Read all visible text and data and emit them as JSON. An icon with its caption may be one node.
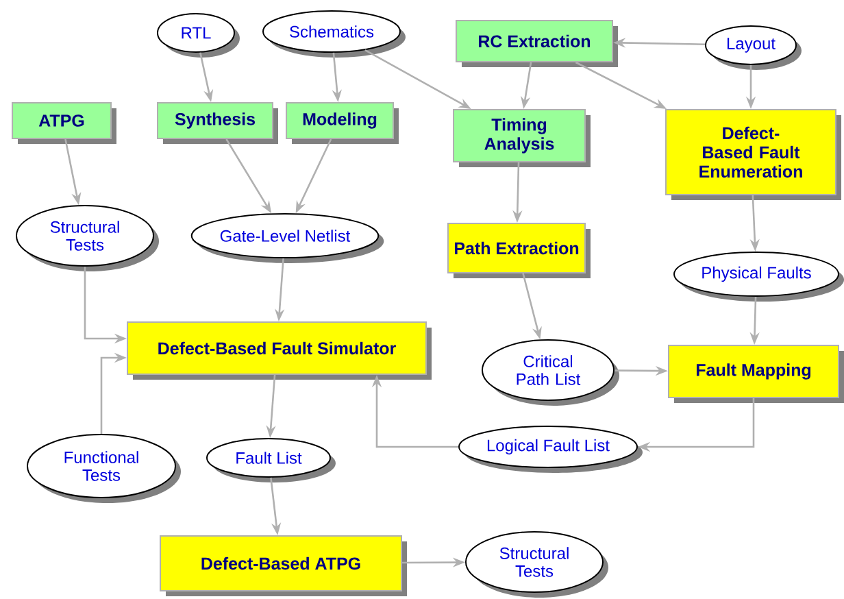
{
  "diagram": {
    "nodes": [
      {
        "text": [
          "RTL"
        ]
      },
      {
        "text": [
          "Schematics"
        ]
      },
      {
        "text": [
          "RC Extraction"
        ]
      },
      {
        "text": [
          "Layout"
        ]
      },
      {
        "text": [
          "ATPG"
        ]
      },
      {
        "text": [
          "Synthesis"
        ]
      },
      {
        "text": [
          "Modeling"
        ]
      },
      {
        "text": [
          "Timing Analysis"
        ]
      },
      {
        "text": [
          "Defect-Based Fault Enumeration"
        ]
      },
      {
        "text": [
          "Structural Tests"
        ]
      },
      {
        "text": [
          "Gate-Level Netlist"
        ]
      },
      {
        "text": [
          "Path Extraction"
        ]
      },
      {
        "text": [
          "Physical Faults"
        ]
      },
      {
        "text": [
          "Defect-Based Fault Simulator"
        ]
      },
      {
        "text": [
          "Critical Path List"
        ]
      },
      {
        "text": [
          "Fault Mapping"
        ]
      },
      {
        "text": [
          "Functional Tests"
        ]
      },
      {
        "text": [
          "Fault List"
        ]
      },
      {
        "text": [
          "Logical Fault List"
        ]
      },
      {
        "text": [
          "Defect-Based ATPG"
        ]
      },
      {
        "text": [
          "Structural Tests"
        ]
      }
    ],
    "edges": [
      {
        "from": 0,
        "to": 5,
        "arrow": "to"
      },
      {
        "from": 1,
        "to": 6,
        "arrow": "to"
      },
      {
        "from": 1,
        "to": 7,
        "arrow": "to"
      },
      {
        "from": 3,
        "to": 2,
        "arrow": "to"
      },
      {
        "from": 3,
        "to": 8,
        "arrow": "to"
      },
      {
        "from": 2,
        "to": 7,
        "arrow": "to"
      },
      {
        "from": 2,
        "to": 8,
        "arrow": "to"
      },
      {
        "from": 4,
        "to": 9,
        "arrow": "to"
      },
      {
        "from": 5,
        "to": 10,
        "arrow": "to"
      },
      {
        "from": 6,
        "to": 10,
        "arrow": "to"
      },
      {
        "from": 9,
        "to": 13,
        "arrow": "to"
      },
      {
        "from": 10,
        "to": 13,
        "arrow": "to"
      },
      {
        "from": 7,
        "to": 11,
        "arrow": "to"
      },
      {
        "from": 8,
        "to": 12,
        "arrow": "to"
      },
      {
        "from": 11,
        "to": 14,
        "arrow": "to"
      },
      {
        "from": 12,
        "to": 15,
        "arrow": "to"
      },
      {
        "from": 14,
        "to": 15,
        "arrow": "to"
      },
      {
        "from": 15,
        "to": 18,
        "arrow": "to"
      },
      {
        "from": 18,
        "to": 13,
        "arrow": "to"
      },
      {
        "from": 16,
        "to": 13,
        "arrow": "to"
      },
      {
        "from": 13,
        "to": 17,
        "arrow": "to"
      },
      {
        "from": 17,
        "to": 19,
        "arrow": "to"
      },
      {
        "from": 19,
        "to": 20,
        "arrow": "to"
      }
    ]
  }
}
